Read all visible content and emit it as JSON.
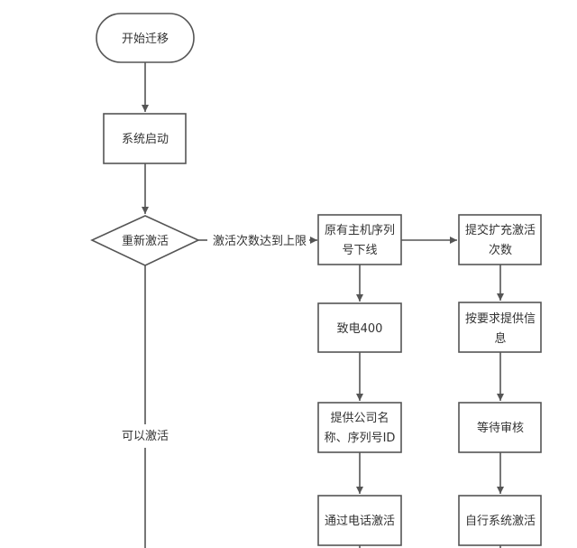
{
  "colors": {
    "stroke": "#555555",
    "text": "#333333",
    "fill": "#ffffff"
  },
  "nodes": {
    "start": "开始迁移",
    "boot": "系统启动",
    "reactivate": "重新激活",
    "offline_line1": "原有主机序列",
    "offline_line2": "号下线",
    "call": "致电400",
    "provide_line1": "提供公司名",
    "provide_line2": "称、序列号ID",
    "phone_activate": "通过电话激活",
    "extend_line1": "提交扩充激活",
    "extend_line2": "次数",
    "info_line1": "按要求提供信",
    "info_line2": "息",
    "review": "等待审核",
    "self_activate": "自行系统激活"
  },
  "edges": {
    "limit_reached": "激活次数达到上限",
    "can_activate": "可以激活"
  }
}
